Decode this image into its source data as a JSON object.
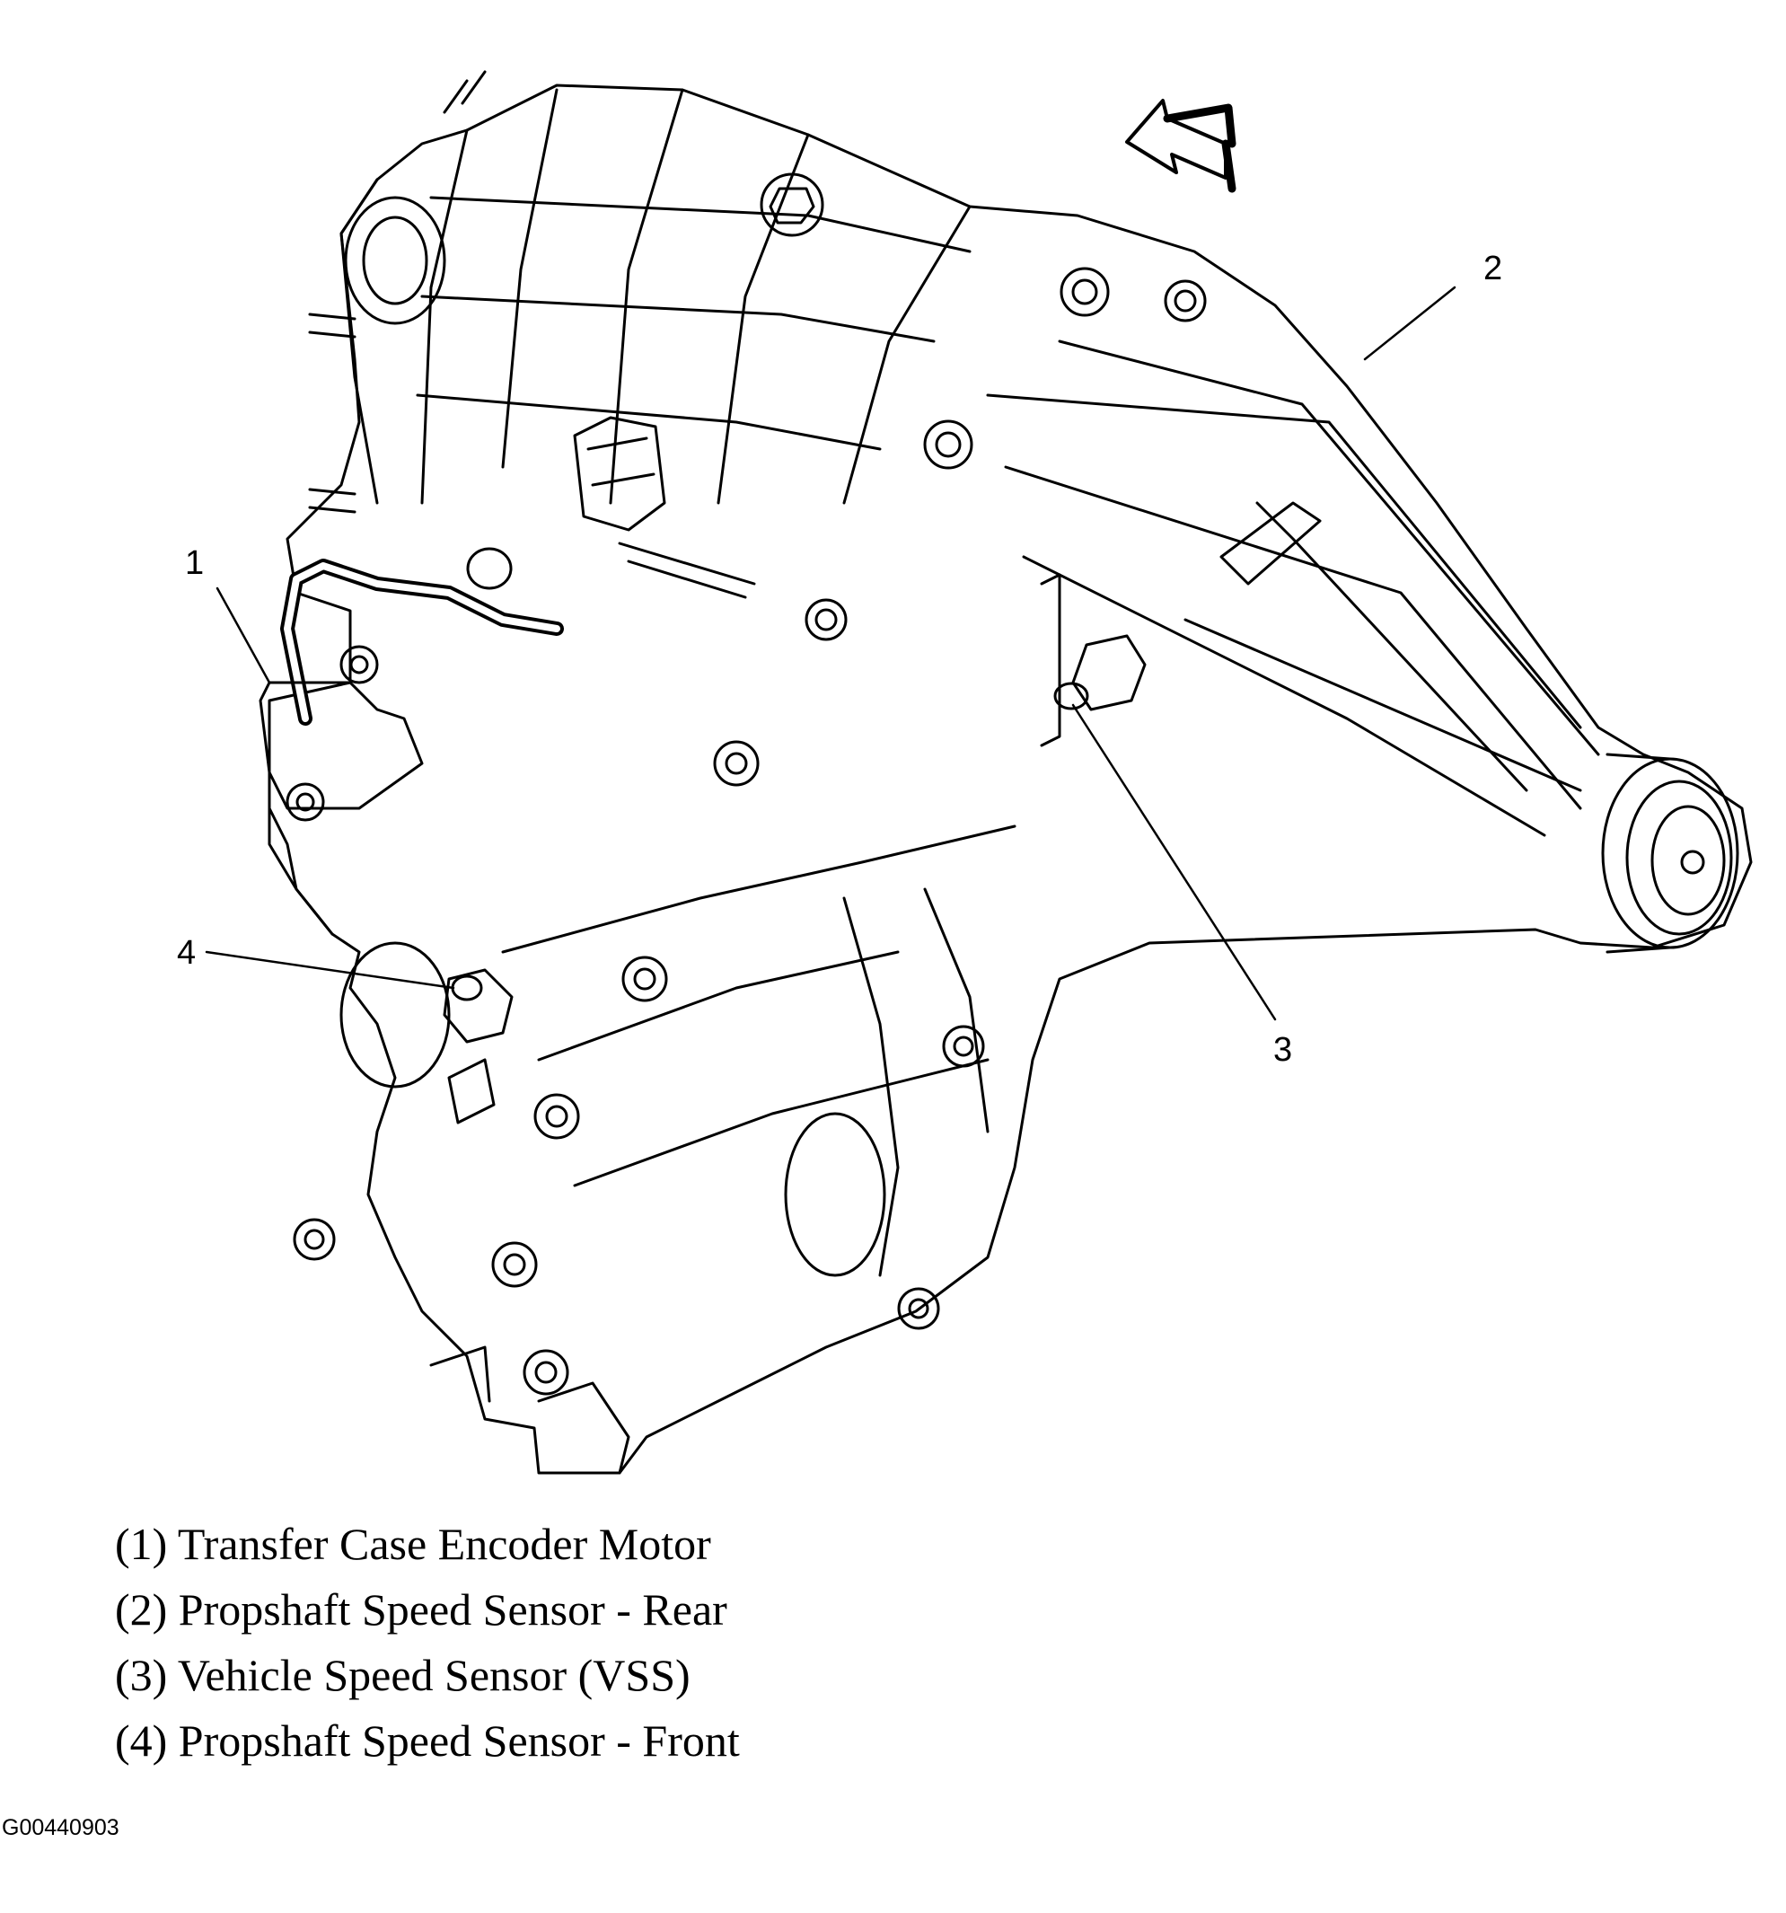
{
  "callouts": [
    {
      "number": "1",
      "name": "Transfer Case Encoder Motor"
    },
    {
      "number": "2",
      "name": "Propshaft Speed Sensor - Rear"
    },
    {
      "number": "3",
      "name": "Vehicle Speed Sensor (VSS)"
    },
    {
      "number": "4",
      "name": "Propshaft Speed Sensor - Front"
    }
  ],
  "legend": [
    "(1) Transfer Case Encoder Motor",
    "(2) Propshaft Speed Sensor - Rear",
    "(3) Vehicle Speed Sensor (VSS)",
    "(4) Propshaft Speed Sensor - Front"
  ],
  "figure_id": "G00440903",
  "direction_arrow": "forward-arrow-icon",
  "colors": {
    "line": "#000000",
    "background": "#ffffff"
  }
}
